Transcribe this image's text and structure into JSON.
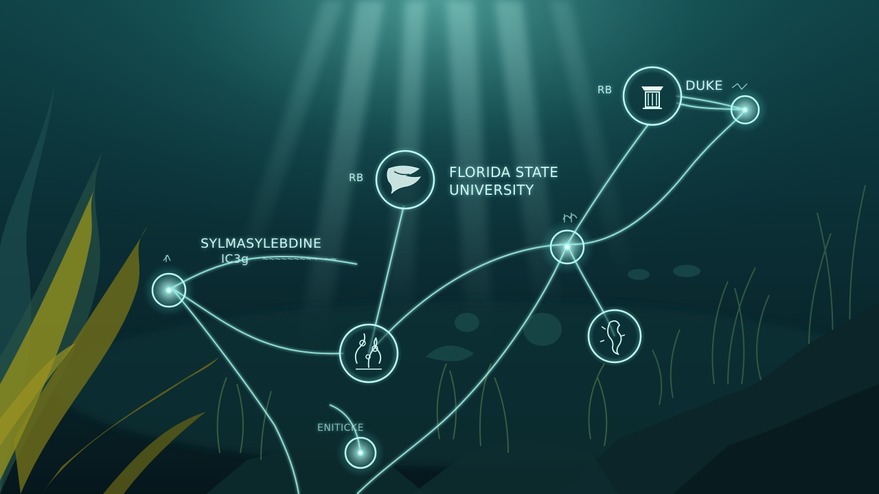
{
  "scene": {
    "colors": {
      "water_top": "#0c3b40",
      "water_mid": "#0a2a31",
      "water_deep": "#071a20",
      "glow": "#9ff7ee",
      "line": "#8feee4",
      "kelp": "#8a8a1e",
      "seabed": "#0d2b2d"
    }
  },
  "labels": {
    "left_title_line1": "SYLMASYLEBDINE",
    "left_title_line2": "IC3g",
    "left_scribble": "~~~~~~~~~~~~",
    "center_prefix": "RB",
    "center_title_line1": "FLORIDA STATE",
    "center_title_line2": "UNIVERSITY",
    "top_prefix": "RB",
    "top_title": "DUKE",
    "bottom_label": "ENITICKE"
  },
  "icons": {
    "node_top": "building-emblem-icon",
    "node_center": "bird-emblem-icon",
    "node_middle": "coral-icon",
    "node_right": "seahorse-icon"
  }
}
